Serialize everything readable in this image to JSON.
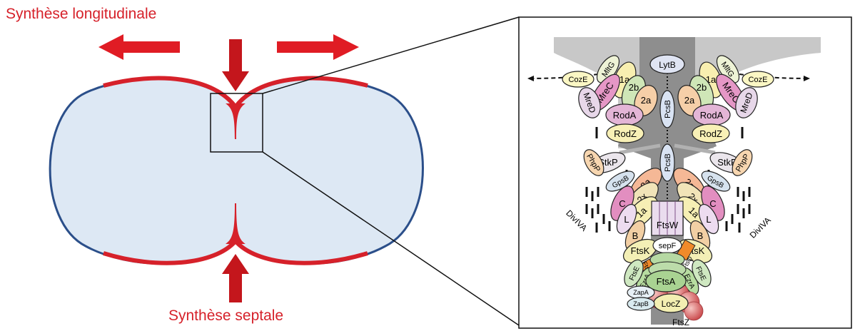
{
  "captions": {
    "longitudinal": "Synthèse longitudinale",
    "septal": "Synthèse septale"
  },
  "colors": {
    "synthesis_red": "#d6212a",
    "cell_fill": "#dde8f4",
    "cell_outline": "#2b4f8a",
    "wall_gray": "#c8c8c8",
    "septum_gray": "#8a8a8a"
  },
  "proteins": {
    "lytb": "LytB",
    "pcsb": "PcsB",
    "mltg": "MltG",
    "coze": "CozE",
    "p1a": "1a",
    "p2b": "2b",
    "p2a": "2a",
    "p2x": "2x",
    "mrec": "MreC",
    "mred": "MreD",
    "roda": "RodA",
    "rodz": "RodZ",
    "stkp": "StkP",
    "phpp": "PhpP",
    "gpsb": "GpsB",
    "divl_c": "C",
    "divl_l": "L",
    "divl_b": "B",
    "ftsw": "FtsW",
    "ftsk": "FtsK",
    "ftsq": "FtsQ",
    "ezra": "EzrA",
    "ftse": "FtsE",
    "sepf": "sepF",
    "ftsa": "FtsA",
    "zapa": "ZapA",
    "zapb": "ZapB",
    "locz": "LocZ",
    "ftsz": "FtsZ",
    "diviva": "DivIVA"
  }
}
